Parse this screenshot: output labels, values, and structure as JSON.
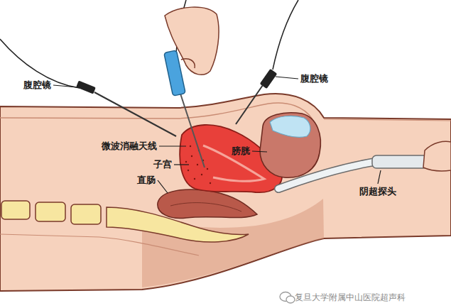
{
  "diagram": {
    "labels": [
      "腹腔镜",
      "腹腔镜",
      "微波消融天线",
      "子宫",
      "直肠",
      "膀胱",
      "阴超探头",
      "复旦大学附属中山医院超声科"
    ]
  }
}
